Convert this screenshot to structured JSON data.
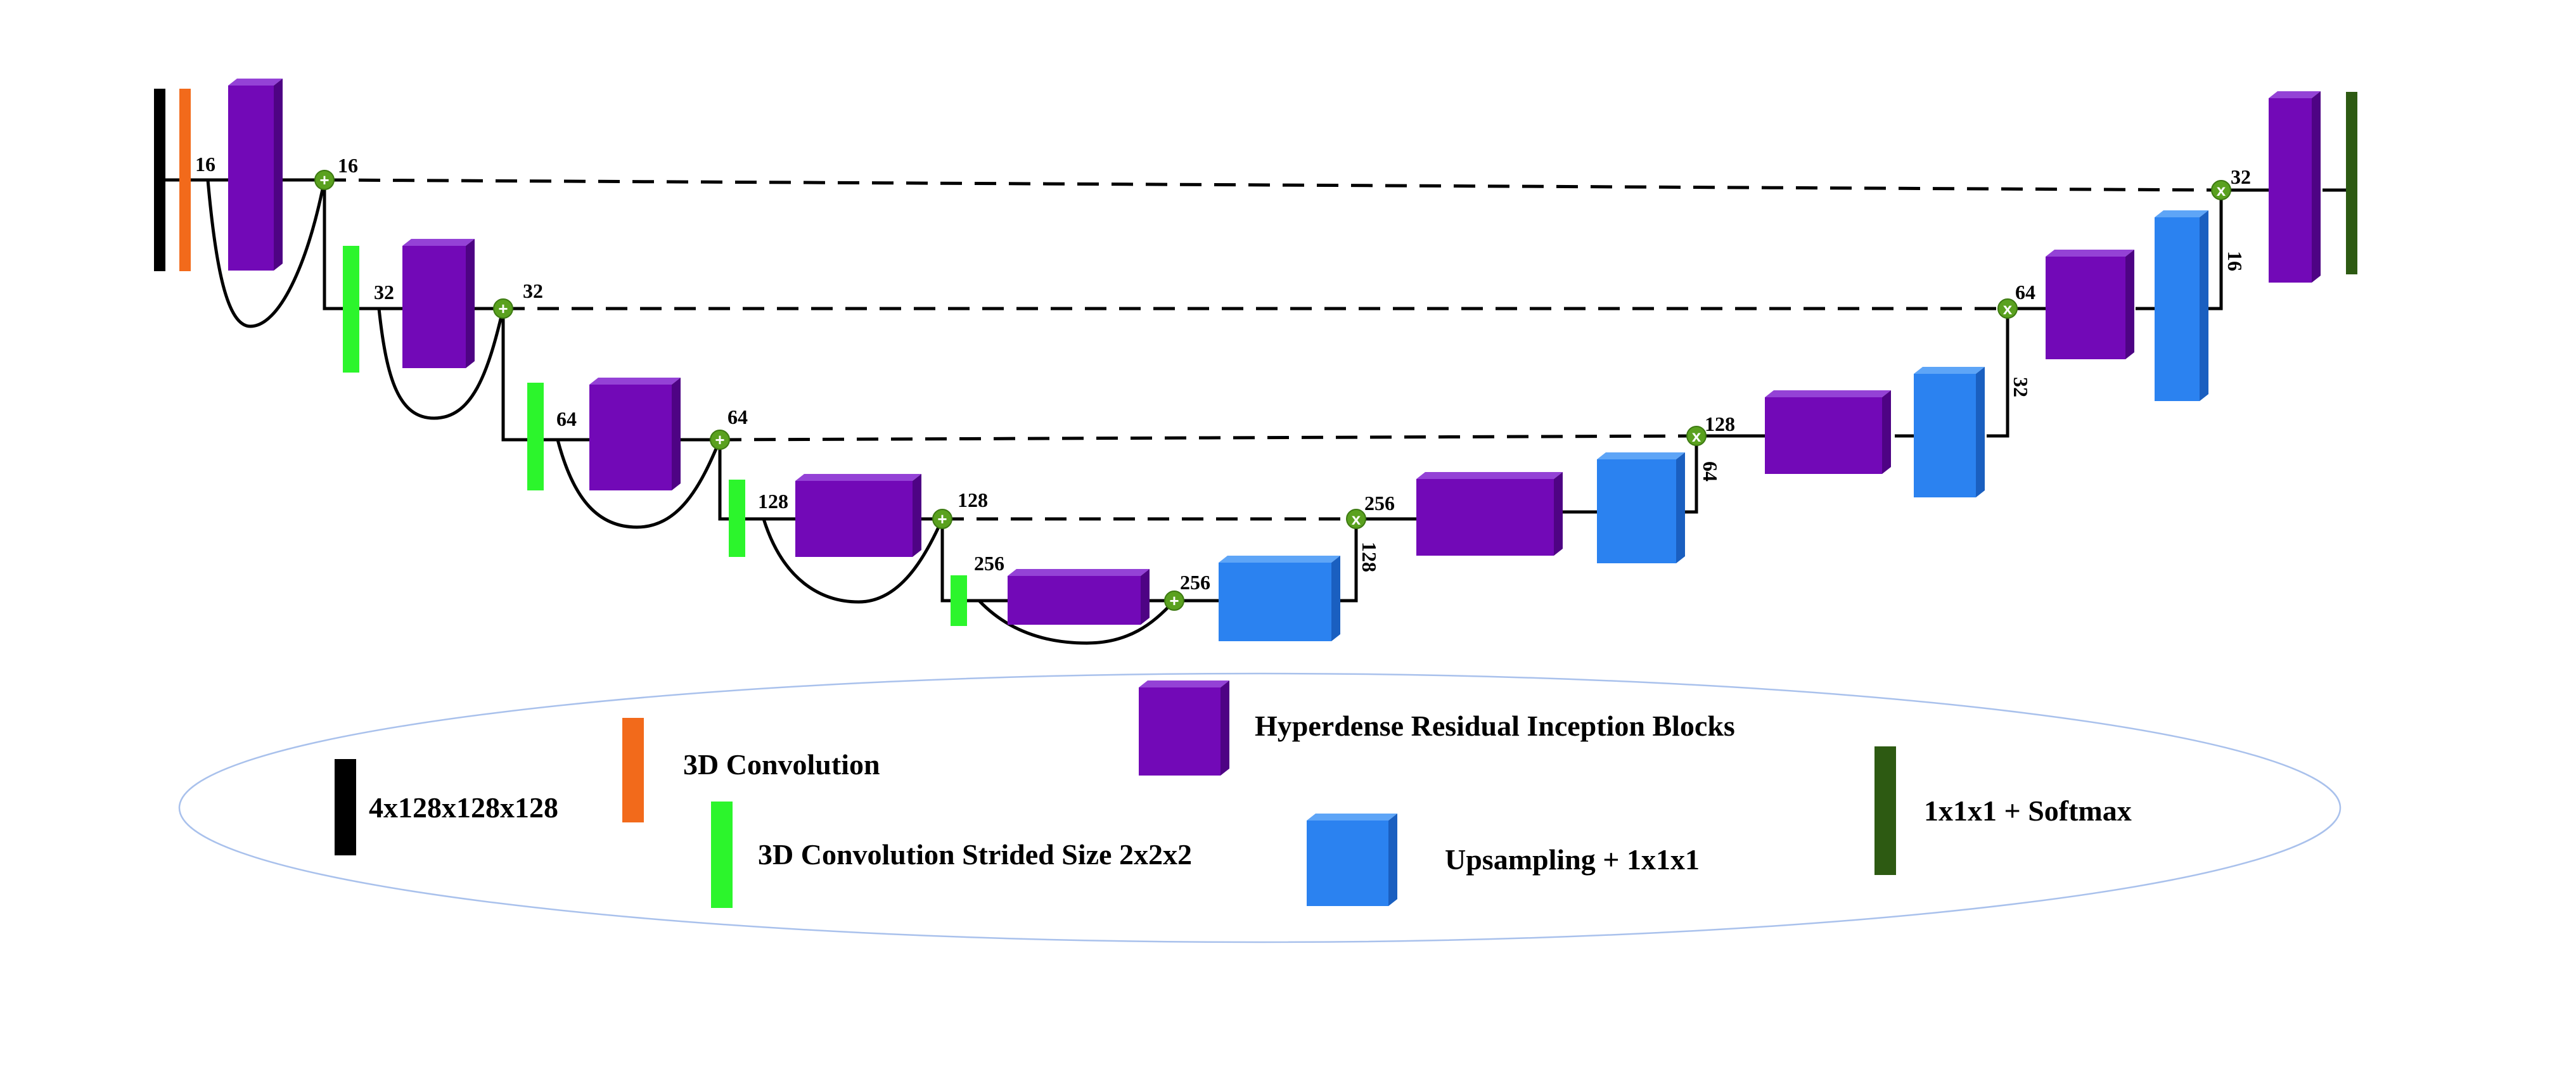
{
  "colors": {
    "input": "#000000",
    "conv3d": "#f26a1b",
    "strided": "#2cf52c",
    "hyperdense": "#7209b7",
    "upsampling": "#2b82f0",
    "softmax": "#2d5a12",
    "ellipse_outline": "#a9c1ec"
  },
  "channels": {
    "e1_in": "16",
    "e1_out": "16",
    "e2_in": "32",
    "e2_out": "32",
    "e3_in": "64",
    "e3_out": "64",
    "e4_in": "128",
    "e4_out": "128",
    "e5_in": "256",
    "e5_out": "256",
    "d4_up": "128",
    "d4_cat": "256",
    "d3_up": "64",
    "d3_cat": "128",
    "d2_up": "32",
    "d2_cat": "64",
    "d1_up": "16",
    "d1_cat": "32"
  },
  "node_symbols": {
    "encoder_add": "+",
    "decoder_concat": "x"
  },
  "legend": {
    "input": "4x128x128x128",
    "conv3d": "3D Convolution",
    "strided": "3D Convolution Strided Size 2x2x2",
    "hyperdense": "Hyperdense Residual Inception Blocks",
    "upsampling": "Upsampling + 1x1x1",
    "softmax": "1x1x1 + Softmax"
  }
}
